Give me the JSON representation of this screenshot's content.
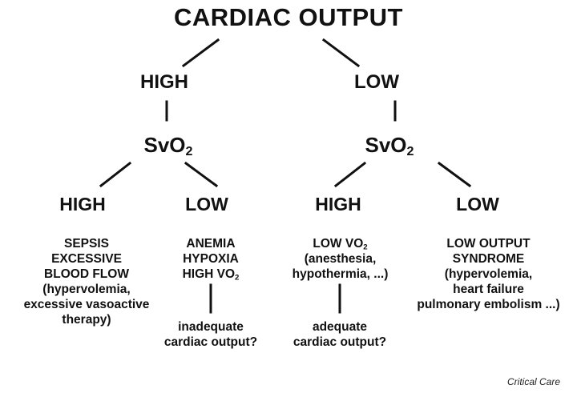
{
  "root": {
    "label": "CARDIAC OUTPUT"
  },
  "branches": [
    {
      "label": "HIGH",
      "svo2": {
        "base": "SvO",
        "sub": "2"
      },
      "outcomes": [
        {
          "label": "HIGH",
          "lines": [
            "SEPSIS",
            "EXCESSIVE",
            "BLOOD FLOW",
            "(hypervolemia,",
            "excessive vasoactive",
            "therapy)"
          ]
        },
        {
          "label": "LOW",
          "lines": [
            "ANEMIA",
            "HYPOXIA"
          ],
          "vo2_line": {
            "base": "HIGH VO",
            "sub": "2"
          },
          "conclusion": [
            "inadequate",
            "cardiac output?"
          ]
        }
      ]
    },
    {
      "label": "LOW",
      "svo2": {
        "base": "SvO",
        "sub": "2"
      },
      "outcomes": [
        {
          "label": "HIGH",
          "vo2_line": {
            "base": "LOW VO",
            "sub": "2"
          },
          "lines": [
            "(anesthesia,",
            "hypothermia, ...)"
          ],
          "conclusion": [
            "adequate",
            "cardiac output?"
          ]
        },
        {
          "label": "LOW",
          "lines": [
            "LOW OUTPUT",
            "SYNDROME",
            "(hypervolemia,",
            "heart failure",
            "pulmonary embolism ...)"
          ]
        }
      ]
    }
  ],
  "credit": "Critical Care"
}
